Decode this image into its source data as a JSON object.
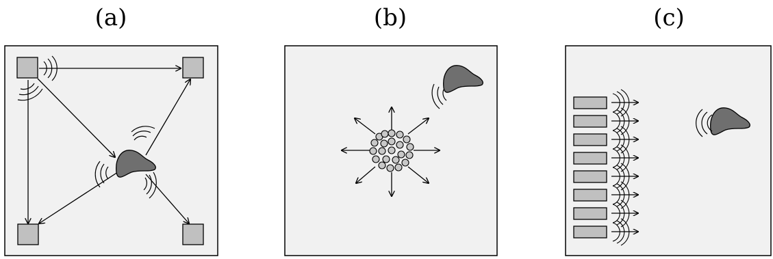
{
  "panels": [
    {
      "label": "(a)",
      "description_name": "panel-a"
    },
    {
      "label": "(b)",
      "description_name": "panel-b"
    },
    {
      "label": "(c)",
      "description_name": "panel-c"
    }
  ],
  "colors": {
    "panel_fill": "#f1f1f1",
    "panel_stroke": "#000000",
    "sensor_fill": "#c0c0c0",
    "object_fill": "#6f6f6f",
    "particle_fill": "#c8c8c8",
    "line": "#000000"
  },
  "icons": {
    "sensor": "square-sensor",
    "object": "blob-object",
    "wave": "sound-wave-arcs",
    "transducer": "rectangular-transducer"
  }
}
